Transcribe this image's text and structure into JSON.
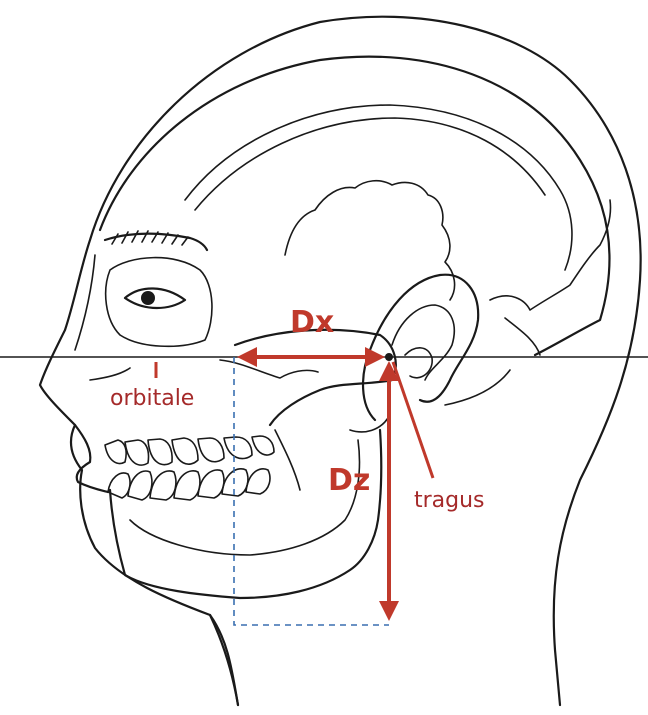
{
  "colors": {
    "annotation": "#c0392b",
    "label_small": "#a52a2a",
    "outline": "#1a1a1a",
    "guide_dashed": "#3a6fb0"
  },
  "labels": {
    "dx": "Dx",
    "dz": "Dz",
    "orbitale": "orbitale",
    "tragus": "tragus"
  }
}
